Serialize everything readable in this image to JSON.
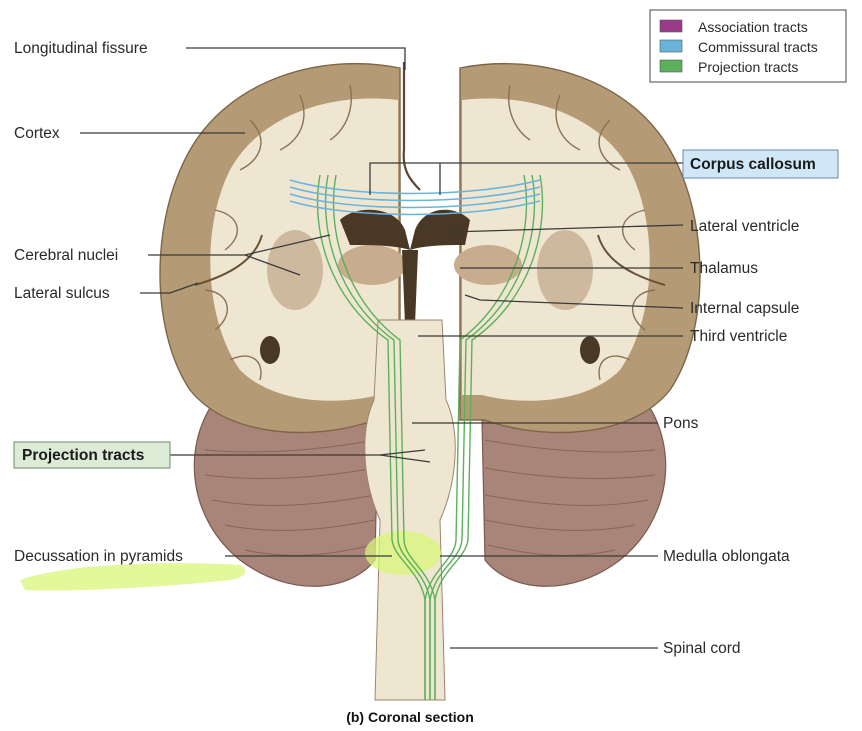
{
  "legend": {
    "items": [
      {
        "label": "Association tracts",
        "color": "#9b3a8a"
      },
      {
        "label": "Commissural tracts",
        "color": "#6ab4dc"
      },
      {
        "label": "Projection tracts",
        "color": "#5cb05c"
      }
    ]
  },
  "labels": {
    "longitudinal_fissure": "Longitudinal fissure",
    "cortex": "Cortex",
    "cerebral_nuclei": "Cerebral nuclei",
    "lateral_sulcus": "Lateral sulcus",
    "projection_tracts": "Projection tracts",
    "decussation": "Decussation in pyramids",
    "corpus_callosum": "Corpus callosum",
    "lateral_ventricle": "Lateral ventricle",
    "thalamus": "Thalamus",
    "internal_capsule": "Internal capsule",
    "third_ventricle": "Third ventricle",
    "pons": "Pons",
    "medulla": "Medulla oblongata",
    "spinal_cord": "Spinal cord"
  },
  "caption": "(b) Coronal section",
  "colors": {
    "cortex_gray": "#b59a76",
    "white_matter": "#efe6d2",
    "cerebellum": "#a98478",
    "projection": "#5cb05c",
    "commissural": "#6ab4dc",
    "highlight": "#d8f57a",
    "label_box_blue": "#cfe7f6",
    "label_box_green": "#dcebd6"
  }
}
